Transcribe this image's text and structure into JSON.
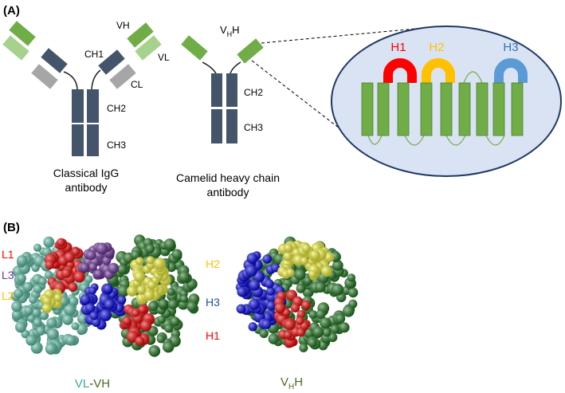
{
  "panel_a": {
    "panel_label": "(A)",
    "igg": {
      "labels": {
        "vh": "VH",
        "vl": "VL",
        "ch1": "CH1",
        "cl": "CL",
        "ch2": "CH2",
        "ch3": "CH3"
      },
      "caption_line1": "Classical IgG",
      "caption_line2": "antibody"
    },
    "camelid": {
      "vhh_main": "V",
      "vhh_sub": "H",
      "vhh_end": "H",
      "ch2": "CH2",
      "ch3": "CH3",
      "caption_line1": "Camelid heavy chain",
      "caption_line2": "antibody"
    },
    "loops": [
      {
        "label": "H1",
        "color": "#ff0000"
      },
      {
        "label": "H2",
        "color": "#ffc000"
      },
      {
        "label": "H3",
        "color": "#5b9bd5"
      }
    ]
  },
  "panel_b": {
    "panel_label": "(B)",
    "left_legend": [
      {
        "label": "L1",
        "color": "#ff0000"
      },
      {
        "label": "L3",
        "color": "#7030a0"
      },
      {
        "label": "L2",
        "color": "#ffc000"
      }
    ],
    "right_legend": [
      {
        "label": "H2",
        "color": "#ffc000"
      },
      {
        "label": "H3",
        "color": "#1f4e9a"
      },
      {
        "label": "H1",
        "color": "#ff0000"
      }
    ],
    "caption_vl": "VL",
    "caption_dash": "-",
    "caption_vh": "VH",
    "caption_vhh_main": "V",
    "caption_vhh_sub": "H",
    "caption_vhh_end": "H"
  },
  "colors": {
    "domain_green": "#70ad47",
    "domain_light_green": "#a9d18e",
    "domain_dark_slate": "#44546a",
    "domain_gray": "#a6a6a6",
    "ellipse_fill": "#dae3f3",
    "ellipse_stroke": "#203864",
    "vl_teal": "#5fc9ad",
    "vh_darkgreen": "#1e7a1e",
    "cdr_blue": "#0000ee",
    "cdr_yellow": "#ffff33",
    "caption_vl_color": "#3aa7a0",
    "caption_vh_color": "#4a6a1e"
  }
}
